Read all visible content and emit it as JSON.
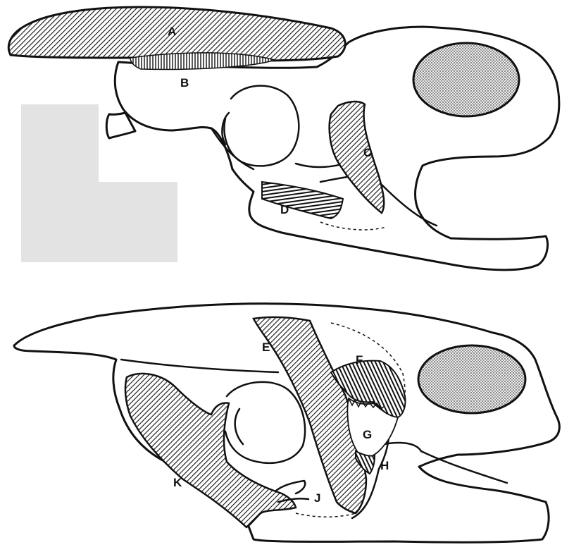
{
  "colors": {
    "ink": "#111111",
    "background": "#ffffff",
    "gray_block": "#e3e3e3"
  },
  "top_skull": {
    "labels": {
      "a": "A",
      "b": "B",
      "c": "C",
      "d": "D"
    }
  },
  "bottom_skull": {
    "labels": {
      "e": "E",
      "f": "F",
      "g": "G",
      "h": "H",
      "j": "J",
      "k": "K"
    }
  }
}
